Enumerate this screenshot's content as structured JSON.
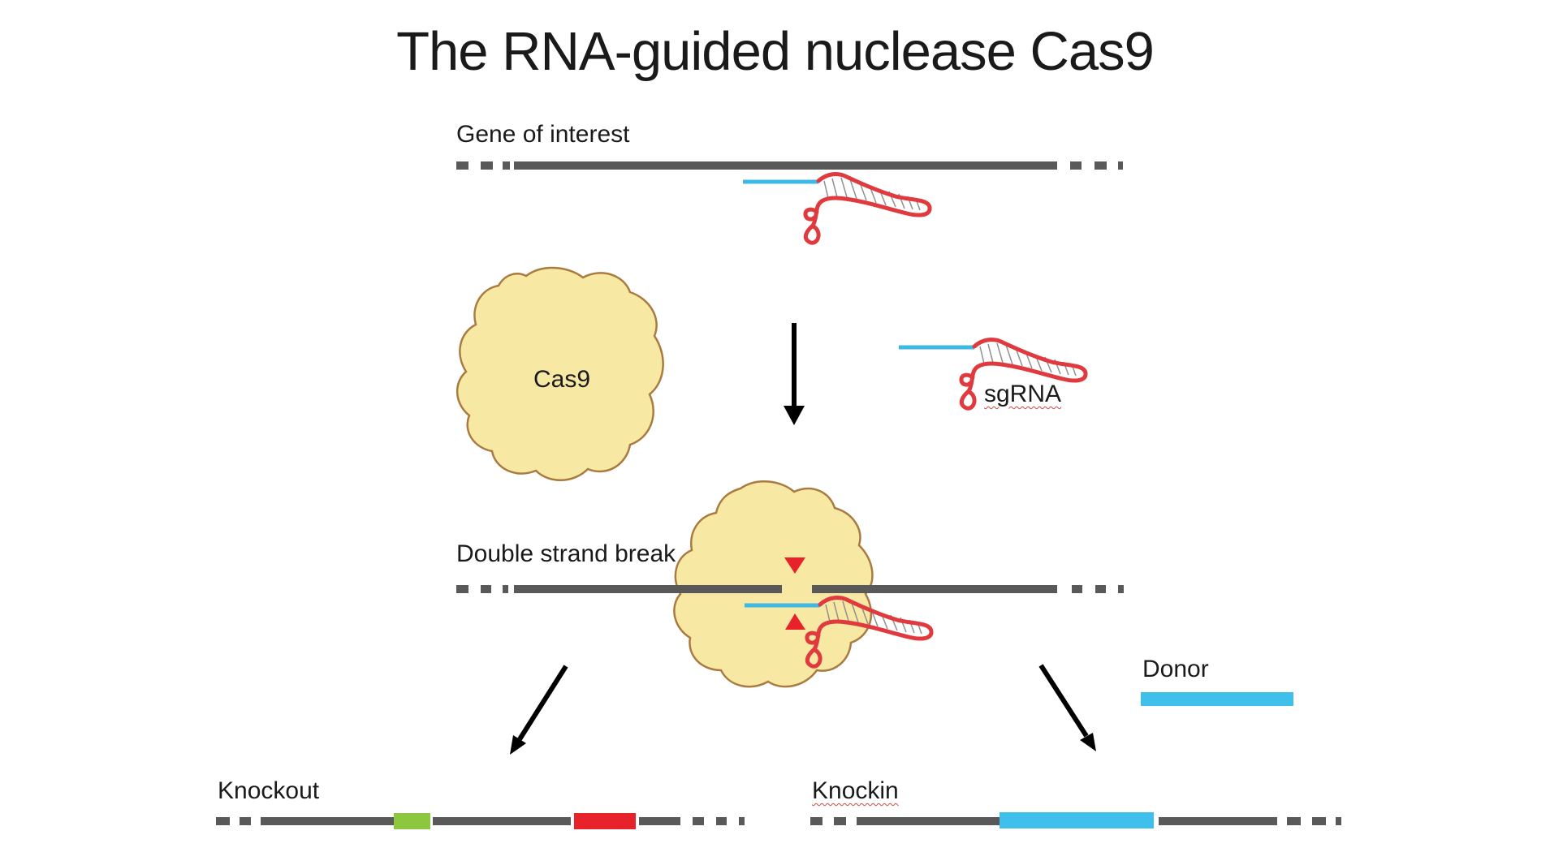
{
  "title": "The RNA-guided nuclease Cas9",
  "labels": {
    "gene_of_interest": "Gene of interest",
    "cas9": "Cas9",
    "sgrna": "sgRNA",
    "double_strand_break": "Double strand break",
    "donor": "Donor",
    "knockout": "Knockout",
    "knockin": "Knockin"
  },
  "colors": {
    "genomic_dna_gray": "#595959",
    "guide_rna_blue": "#3EB9E5",
    "sgrna_scaffold_red": "#E03A3E",
    "cut_site_red": "#E8222A",
    "cas9_protein_fill": "#F7E9A4",
    "cas9_protein_outline": "#AA7B40",
    "knockout_insert_green": "#8DC63F",
    "knockout_disrupt_red": "#E8222A",
    "knockin_insert_blue": "#3FC0EC",
    "donor_blue": "#3FC0EC",
    "text": "#1A1A1A"
  }
}
